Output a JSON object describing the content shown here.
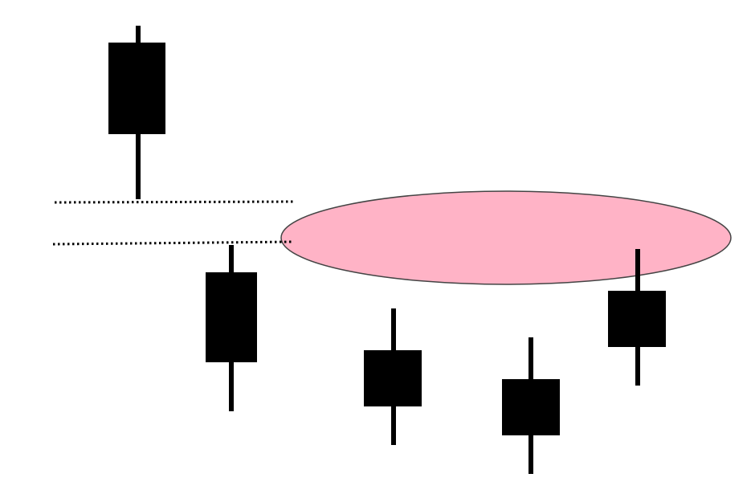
{
  "diagram": {
    "type": "candlestick-gap-illustration",
    "candle_color": "#000000",
    "highlight_color": "#ffb3c6",
    "highlight_stroke": "#444444",
    "gap_line_style": "dotted",
    "candles": [
      {
        "id": "candle-1",
        "body": "filled"
      },
      {
        "id": "candle-2",
        "body": "filled"
      },
      {
        "id": "candle-3",
        "body": "filled"
      },
      {
        "id": "candle-4",
        "body": "filled"
      },
      {
        "id": "candle-5",
        "body": "filled"
      }
    ]
  }
}
